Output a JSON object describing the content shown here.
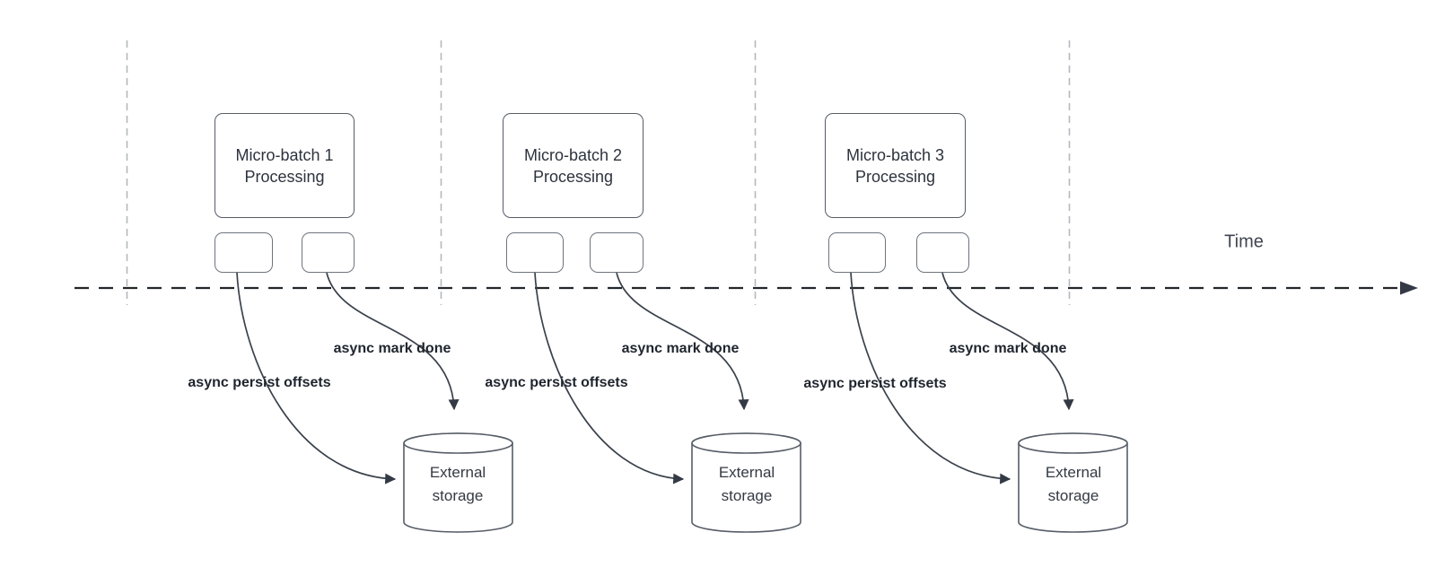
{
  "axis": {
    "label": "Time"
  },
  "columns": [
    {
      "box": [
        "Micro-batch 1",
        "Processing"
      ],
      "persist_label": "async persist offsets",
      "done_label": "async mark done",
      "storage": [
        "External",
        "storage"
      ]
    },
    {
      "box": [
        "Micro-batch 2",
        "Processing"
      ],
      "persist_label": "async persist offsets",
      "done_label": "async mark done",
      "storage": [
        "External",
        "storage"
      ]
    },
    {
      "box": [
        "Micro-batch 3",
        "Processing"
      ],
      "persist_label": "async persist offsets",
      "done_label": "async mark done",
      "storage": [
        "External",
        "storage"
      ]
    }
  ],
  "colors": {
    "shape_stroke": "#565d67",
    "small_rect_stroke": "#6e747d",
    "guide_line": "#b5b8bc",
    "time_axis": "#23272d",
    "arrow": "#3a414b",
    "text": "#2d333d",
    "label_text": "#1f252e"
  }
}
